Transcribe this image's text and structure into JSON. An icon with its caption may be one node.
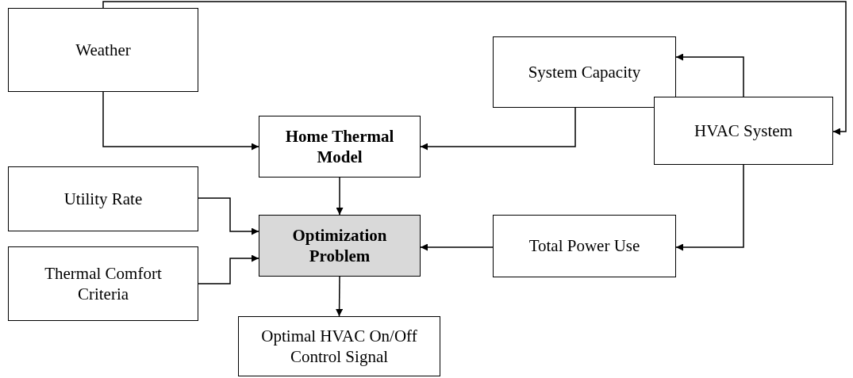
{
  "diagram": {
    "nodes": [
      {
        "text": [
          "Weather"
        ]
      },
      {
        "text": [
          "System Capacity"
        ]
      },
      {
        "text": [
          "Home Thermal Model"
        ]
      },
      {
        "text": [
          "HVAC System"
        ]
      },
      {
        "text": [
          "Utility Rate"
        ]
      },
      {
        "text": [
          "Optimization Problem"
        ]
      },
      {
        "text": [
          "Total Power Use"
        ]
      },
      {
        "text": [
          "Thermal Comfort Criteria"
        ]
      },
      {
        "text": [
          "Optimal HVAC On/Off Control Signal"
        ]
      }
    ],
    "edges": [
      {
        "from": 0,
        "to": 2,
        "arrow": "to"
      },
      {
        "from": 0,
        "to": 3,
        "arrow": "to"
      },
      {
        "from": 1,
        "to": 2,
        "arrow": "to"
      },
      {
        "from": 3,
        "to": 1,
        "arrow": "to"
      },
      {
        "from": 2,
        "to": 5,
        "arrow": "to"
      },
      {
        "from": 4,
        "to": 5,
        "arrow": "to"
      },
      {
        "from": 7,
        "to": 5,
        "arrow": "to"
      },
      {
        "from": 3,
        "to": 6,
        "arrow": "to"
      },
      {
        "from": 6,
        "to": 5,
        "arrow": "to"
      },
      {
        "from": 5,
        "to": 8,
        "arrow": "to"
      }
    ]
  }
}
